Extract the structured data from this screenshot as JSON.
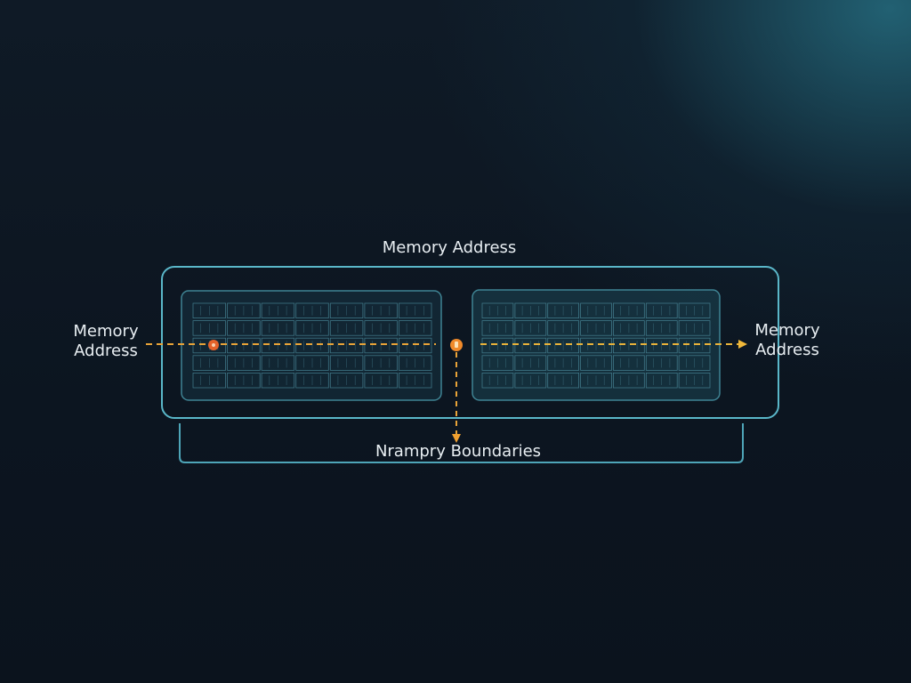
{
  "diagram": {
    "top_label": "Memory Address",
    "left_label": "Memory Address",
    "right_label": "Memory Address",
    "bottom_label": "Nrampry Boundaries",
    "colors": {
      "frame": "#5ab7c9",
      "block": "#3f8494",
      "grid": "#4e8fa0",
      "pointer_line": "#e8a338",
      "node_left": "#e4622a",
      "node_center": "#f08a2a",
      "text": "#e8eef2"
    }
  }
}
